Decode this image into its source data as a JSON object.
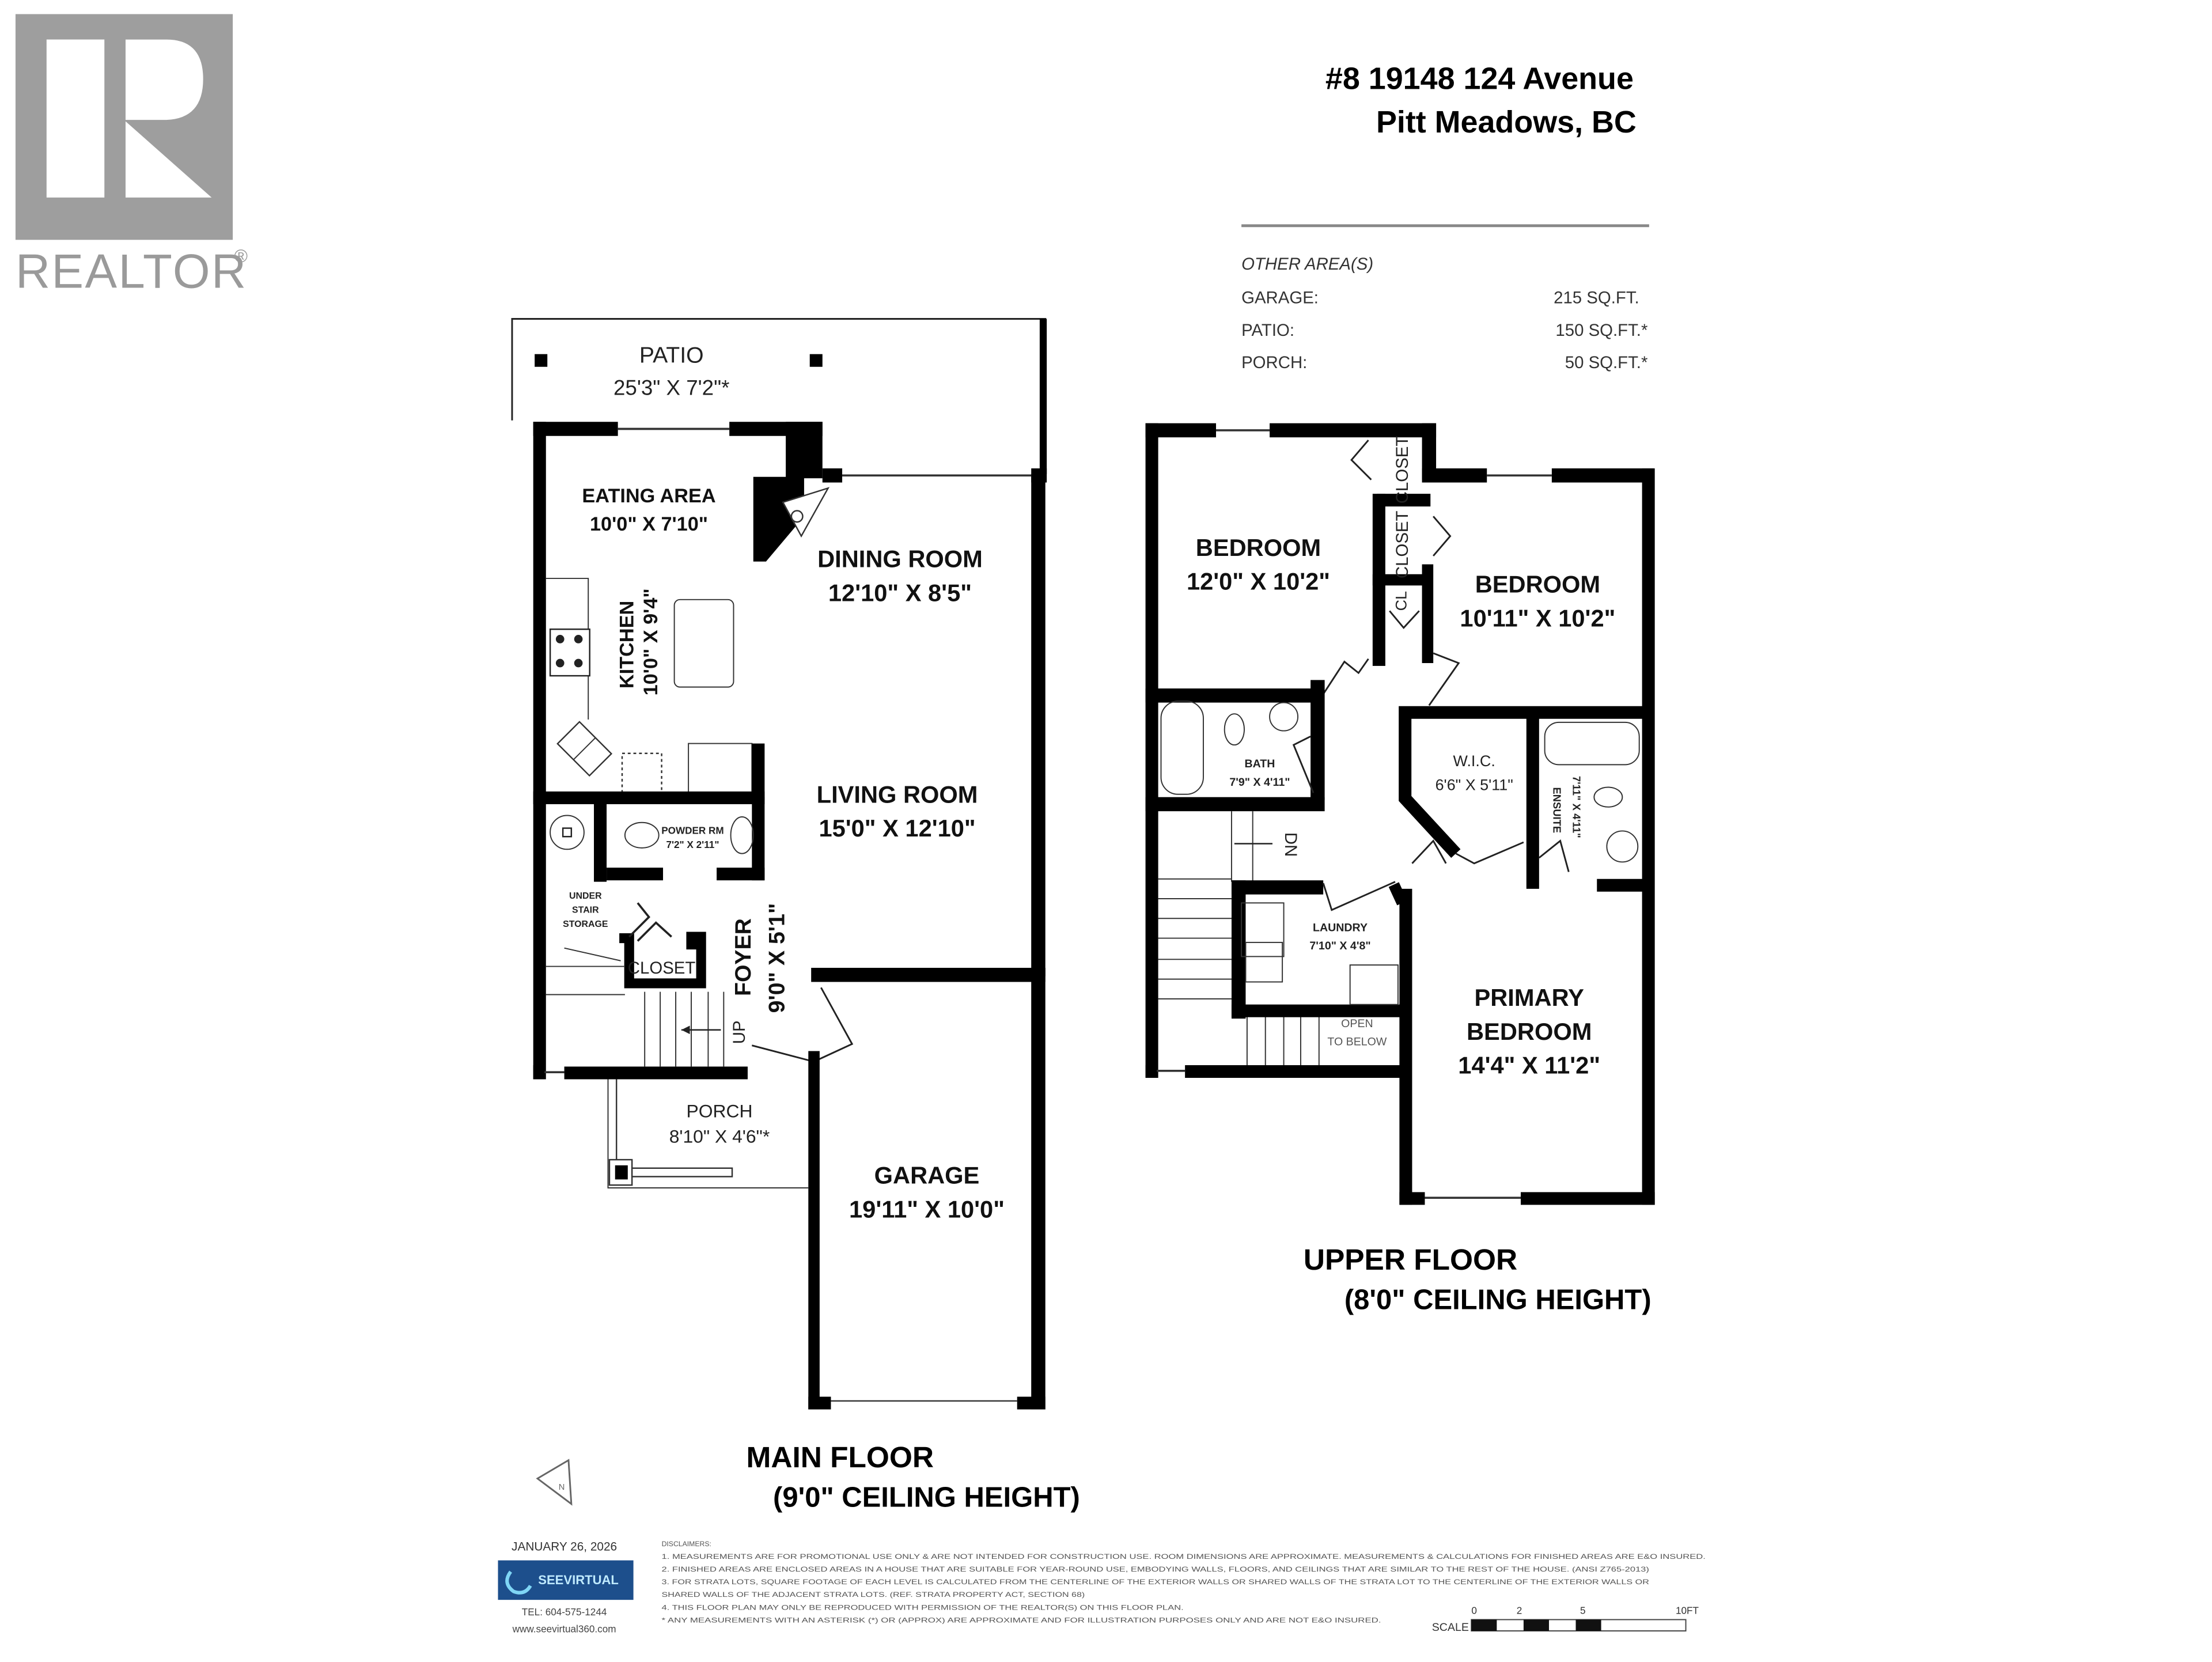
{
  "brand": {
    "logo_letter": "R",
    "logo_text": "REALTOR",
    "registered_mark": "®",
    "logo_color": "#9e9e9e"
  },
  "header": {
    "address_line1": "#8 19148 124 Avenue",
    "address_line2": "Pitt Meadows, BC"
  },
  "other_areas": {
    "title": "OTHER AREA(S)",
    "rows": [
      {
        "label": "GARAGE:",
        "value": "215 SQ.FT."
      },
      {
        "label": "PATIO:",
        "value": "150 SQ.FT.*"
      },
      {
        "label": "PORCH:",
        "value": "50 SQ.FT.*"
      }
    ]
  },
  "main_floor": {
    "title": "MAIN FLOOR",
    "ceiling": "(9'0\" CEILING HEIGHT)",
    "rooms": {
      "patio": {
        "name": "PATIO",
        "dims": "25'3\" X 7'2\"*"
      },
      "eating_area": {
        "name": "EATING AREA",
        "dims": "10'0\" X 7'10\""
      },
      "dining_room": {
        "name": "DINING ROOM",
        "dims": "12'10\" X 8'5\""
      },
      "kitchen": {
        "name": "KITCHEN",
        "dims": "10'0\" X 9'4\""
      },
      "living_room": {
        "name": "LIVING ROOM",
        "dims": "15'0\" X 12'10\""
      },
      "powder_room": {
        "name": "POWDER RM",
        "dims": "7'2\" X 2'11\""
      },
      "under_stair": {
        "line1": "UNDER",
        "line2": "STAIR",
        "line3": "STORAGE"
      },
      "closet": {
        "name": "CLOSET"
      },
      "foyer": {
        "name": "FOYER",
        "dims": "9'0\" X 5'1\""
      },
      "stair_up": {
        "name": "UP"
      },
      "porch": {
        "name": "PORCH",
        "dims": "8'10\" X 4'6\"*"
      },
      "garage": {
        "name": "GARAGE",
        "dims": "19'11\" X 10'0\""
      }
    }
  },
  "upper_floor": {
    "title": "UPPER FLOOR",
    "ceiling": "(8'0\" CEILING HEIGHT)",
    "rooms": {
      "bedroom_1": {
        "name": "BEDROOM",
        "dims": "12'0\" X 10'2\""
      },
      "bedroom_2": {
        "name": "BEDROOM",
        "dims": "10'11\" X 10'2\""
      },
      "closet_1": {
        "name": "CLOSET"
      },
      "closet_2": {
        "name": "CLOSET"
      },
      "closet_3": {
        "name": "CL"
      },
      "bath": {
        "name": "BATH",
        "dims": "7'9\" X 4'11\""
      },
      "wic": {
        "name": "W.I.C.",
        "dims": "6'6\" X 5'11\""
      },
      "ensuite": {
        "name": "ENSUITE",
        "dims": "7'11\" X 4'11\""
      },
      "stair_down": {
        "name": "DN"
      },
      "laundry": {
        "name": "LAUNDRY",
        "dims": "7'10\" X 4'8\""
      },
      "open_below": {
        "line1": "OPEN",
        "line2": "TO BELOW"
      },
      "primary_bedroom": {
        "line1": "PRIMARY",
        "line2": "BEDROOM",
        "dims": "14'4\" X 11'2\""
      }
    }
  },
  "compass": {
    "label": "N"
  },
  "footer": {
    "date": "JANUARY 26, 2026",
    "company_logo_text": "SEEVIRTUAL",
    "company_logo_color": "#1d4f8c",
    "phone": "TEL: 604-575-1244",
    "website": "www.seevirtual360.com",
    "disclaimer_title": "DISCLAIMERS:",
    "disclaimers": [
      "1. MEASUREMENTS ARE FOR PROMOTIONAL USE ONLY & ARE NOT INTENDED FOR CONSTRUCTION USE. ROOM DIMENSIONS ARE APPROXIMATE. MEASUREMENTS & CALCULATIONS FOR FINISHED AREAS ARE E&O INSURED.",
      "2. FINISHED AREAS ARE ENCLOSED AREAS IN A HOUSE THAT ARE SUITABLE FOR YEAR-ROUND USE, EMBODYING WALLS, FLOORS, AND CEILINGS THAT ARE SIMILAR TO THE REST OF THE HOUSE. (ANSI Z765-2013)",
      "3. FOR STRATA LOTS, SQUARE FOOTAGE OF EACH LEVEL IS CALCULATED FROM THE CENTERLINE OF THE EXTERIOR WALLS OR SHARED WALLS OF THE STRATA LOT TO THE CENTERLINE OF THE EXTERIOR WALLS OR",
      "SHARED WALLS OF THE ADJACENT STRATA LOTS. (REF. STRATA PROPERTY ACT, SECTION 68)",
      "4. THIS FLOOR PLAN MAY ONLY BE REPRODUCED WITH PERMISSION OF THE REALTOR(S) ON THIS FLOOR PLAN.",
      "* ANY MEASUREMENTS WITH AN ASTERISK (*) OR (APPROX) ARE APPROXIMATE AND FOR ILLUSTRATION PURPOSES ONLY AND ARE NOT E&O INSURED."
    ],
    "scale": {
      "label": "SCALE",
      "ticks": [
        "0",
        "2",
        "5",
        "10FT"
      ]
    }
  }
}
